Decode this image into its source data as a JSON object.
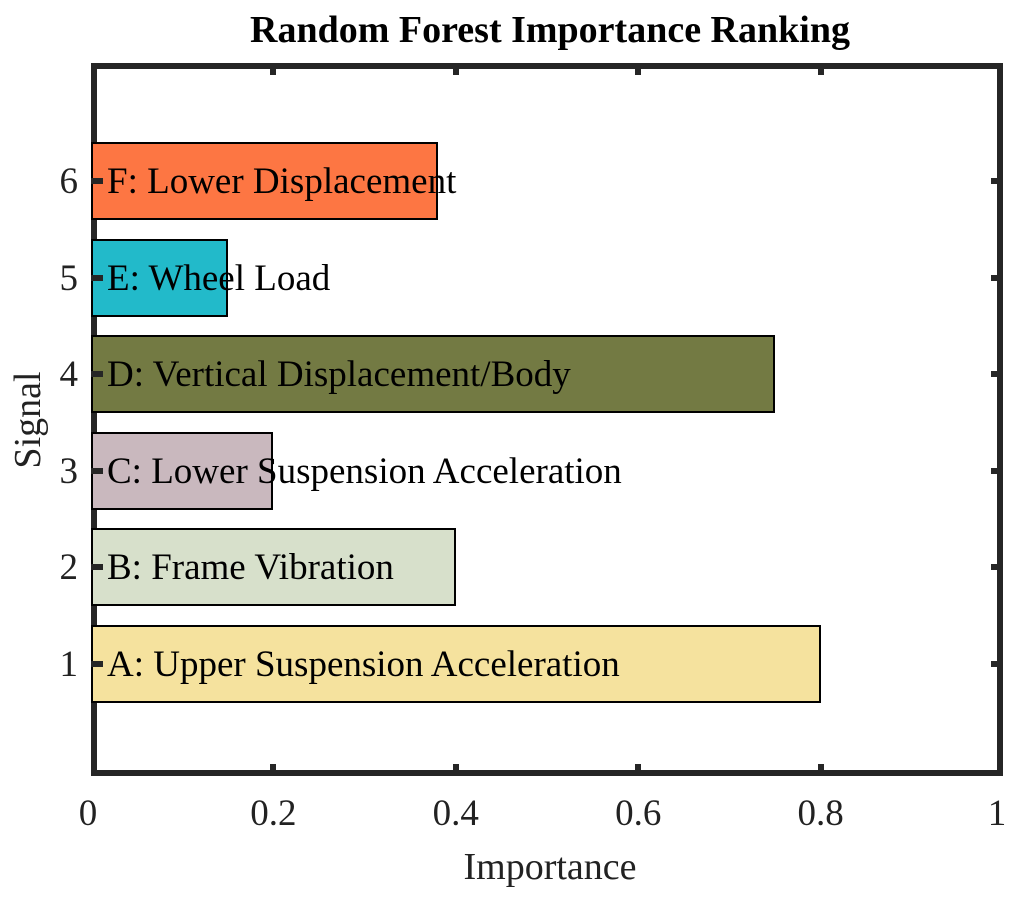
{
  "chart_data": {
    "type": "bar",
    "orientation": "horizontal",
    "title": "Random Forest Importance Ranking",
    "xlabel": "Importance",
    "ylabel": "Signal",
    "xlim": [
      0,
      1
    ],
    "ylim": [
      0,
      7
    ],
    "xticks": [
      "0",
      "0.2",
      "0.4",
      "0.6",
      "0.8",
      "1"
    ],
    "yticks": [
      "1",
      "2",
      "3",
      "4",
      "5",
      "6"
    ],
    "grid": false,
    "legend": null,
    "categories": [
      1,
      2,
      3,
      4,
      5,
      6
    ],
    "labels": [
      "A: Upper Suspension Acceleration",
      "B: Frame Vibration",
      "C: Lower Suspension Acceleration",
      "D: Vertical Displacement/Body",
      "E: Wheel Load",
      "F: Lower Displacement"
    ],
    "values": [
      0.8,
      0.4,
      0.2,
      0.75,
      0.15,
      0.38
    ],
    "colors": [
      "#F5E29E",
      "#D7E0CB",
      "#C9B8BE",
      "#737A43",
      "#22BACA",
      "#FD7643"
    ]
  }
}
